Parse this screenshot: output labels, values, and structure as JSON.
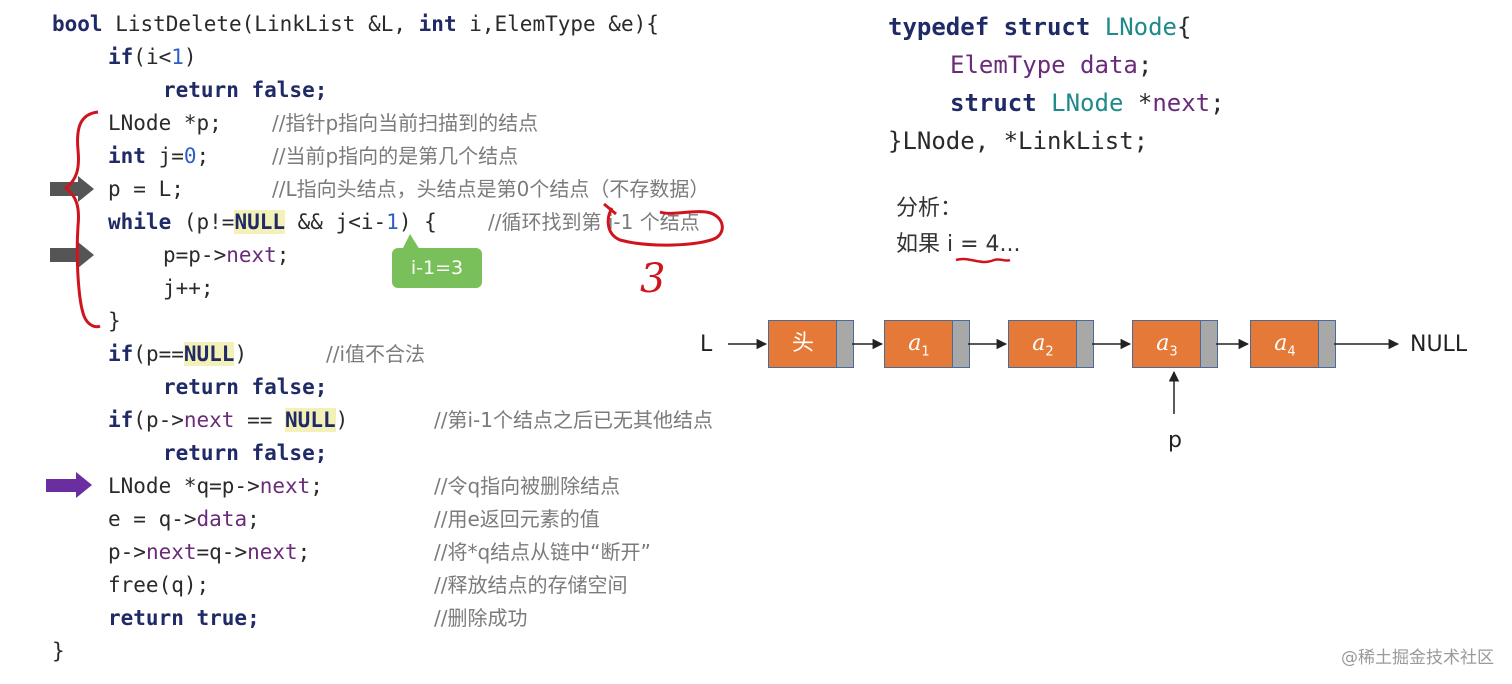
{
  "code": {
    "sig_bool": "bool",
    "sig_rest": " ListDelete(LinkList &L, ",
    "sig_int": "int",
    "sig_rest2": " i,ElemType &e){",
    "l1_if": "if",
    "l1_rest": "(i<",
    "l1_num": "1",
    "l1_end": ")",
    "ret_false": "return false;",
    "l3_type": "LNode *p;",
    "l3_cm": "//指针p指向当前扫描到的结点",
    "l4_int": "int",
    "l4_rest": " j=",
    "l4_num": "0",
    "l4_end": ";",
    "l4_cm": "//当前p指向的是第几个结点",
    "l5_code": "p = L;",
    "l5_cm": "//L指向头结点，头结点是第0个结点（不存数据）",
    "l6_while": "while",
    "l6_a": " (p!=",
    "l6_null": "NULL",
    "l6_b": " && j<i-",
    "l6_num": "1",
    "l6_c": ") {",
    "l6_cm": "//循环找到第 i-1 个结点",
    "l7_a": "p=p->",
    "l7_next": "next",
    "l7_b": ";",
    "l8": "j++;",
    "l9": "}",
    "l10_if": "if",
    "l10_a": "(p==",
    "l10_null": "NULL",
    "l10_b": ")",
    "l10_cm": "//i值不合法",
    "l12_if": "if",
    "l12_a": "(p->",
    "l12_next": "next",
    "l12_b": " == ",
    "l12_null": "NULL",
    "l12_c": ")",
    "l12_cm": "//第i-1个结点之后已无其他结点",
    "l14_a": "LNode *q=p->",
    "l14_next": "next",
    "l14_b": ";",
    "l14_cm": "//令q指向被删除结点",
    "l15_a": "e = q->",
    "l15_data": "data",
    "l15_b": ";",
    "l15_cm": "//用e返回元素的值",
    "l16_a": "p->",
    "l16_next1": "next",
    "l16_b": "=q->",
    "l16_next2": "next",
    "l16_c": ";",
    "l16_cm": "//将*q结点从链中“断开”",
    "l17_code": "free(q);",
    "l17_cm": "//释放结点的存储空间",
    "l18_ret": "return true;",
    "l18_cm": "//删除成功",
    "l19": "}"
  },
  "struct_def": {
    "l1_kw": "typedef struct",
    "l1_name": " LNode",
    "l1_end": "{",
    "l2_type": "ElemType",
    "l2_field": " data",
    "l2_end": ";",
    "l3_kw": "struct",
    "l3_name": " LNode",
    "l3_rest": " *",
    "l3_field": "next",
    "l3_end": ";",
    "l4": "}LNode, *LinkList;"
  },
  "analysis": {
    "title": "分析：",
    "prefix": "如果 ",
    "cond": "i = 4..."
  },
  "annotation_bubble": "i-1=3",
  "handwritten_number": "3",
  "list": {
    "head_pointer_label": "L",
    "nodes": [
      {
        "label": "头"
      },
      {
        "label": "a",
        "sub": "1"
      },
      {
        "label": "a",
        "sub": "2"
      },
      {
        "label": "a",
        "sub": "3"
      },
      {
        "label": "a",
        "sub": "4"
      }
    ],
    "tail_label": "NULL",
    "pointer_label": "p"
  },
  "watermark": "@稀土掘金技术社区",
  "colors": {
    "node_fill": "#e57a38",
    "node_ptr": "#a8a8a8",
    "bubble": "#79c05a",
    "annotation_red": "#d0141e",
    "arrow_gray": "#555555",
    "arrow_purple": "#6a2ea0"
  }
}
